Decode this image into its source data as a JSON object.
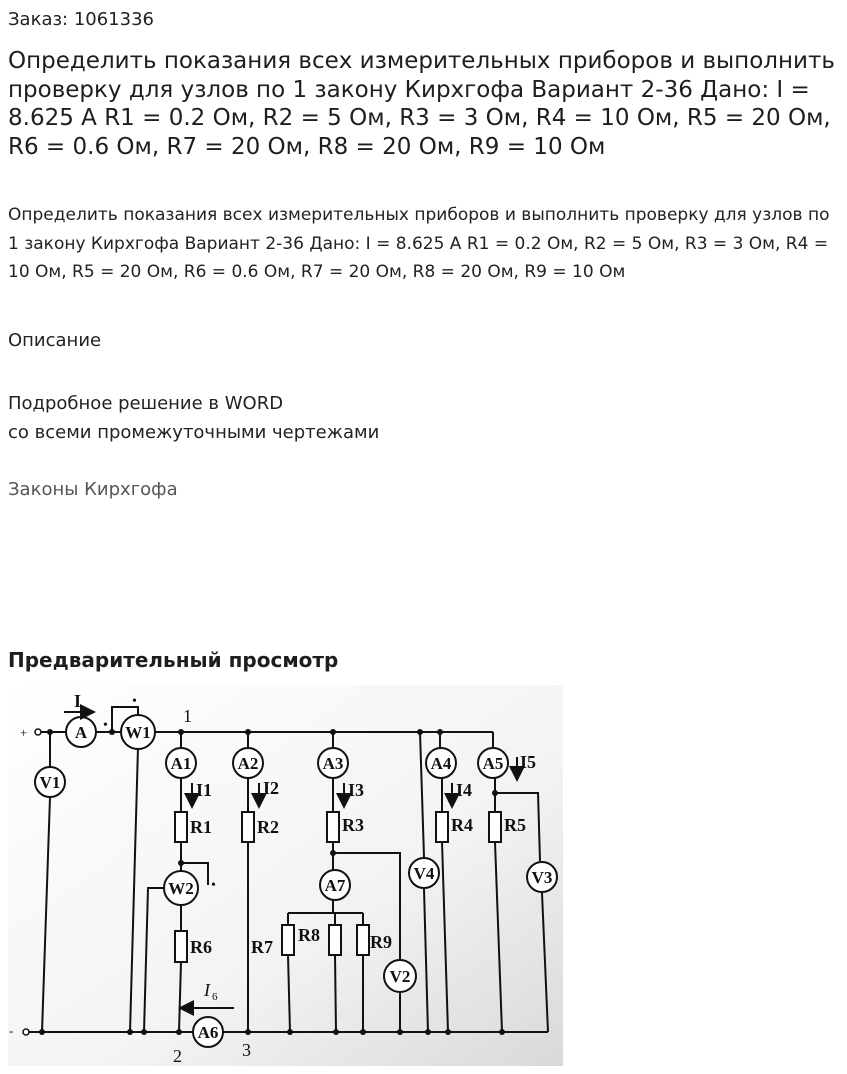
{
  "order": {
    "label": "Заказ: 1061336"
  },
  "title": "Определить показания всех измерительных приборов и выполнить проверку для узлов по 1 закону Кирхгофа Вариант 2-36 Дано: I = 8.625 A R1 = 0.2 Ом, R2 = 5 Ом, R3 = 3 Ом, R4 = 10 Ом, R5 = 20 Ом, R6 = 0.6 Ом, R7 = 20 Ом, R8 = 20 Ом, R9 = 10 Ом",
  "description": "Определить показания всех измерительных приборов и выполнить проверку для узлов по 1 закону Кирхгофа Вариант 2-36 Дано: I = 8.625 A R1 = 0.2 Ом, R2 = 5 Ом, R3 = 3 Ом, R4 = 10 Ом, R5 = 20 Ом, R6 = 0.6 Ом, R7 = 20 Ом, R8 = 20 Ом, R9 = 10 Ом",
  "section_label": "Описание",
  "details": [
    "Подробное решение в WORD",
    "со всеми промежуточными чертежами"
  ],
  "tag": "Законы Кирхгофа",
  "preview_heading": "Предварительный просмотр",
  "scheme": {
    "meters": [
      "A",
      "W1",
      "V1",
      "A1",
      "A2",
      "A3",
      "A4",
      "A5",
      "W2",
      "A7",
      "V4",
      "V3",
      "V2",
      "A6"
    ],
    "resistors": [
      "R1",
      "R2",
      "R3",
      "R4",
      "R5",
      "R6",
      "R7",
      "R8",
      "R9"
    ],
    "currents": [
      "I",
      "I1",
      "I2",
      "I3",
      "I4",
      "I5",
      "I",
      "6"
    ],
    "nodes": [
      "1",
      "2",
      "3"
    ],
    "terminals": [
      "+",
      "-"
    ],
    "dots": [
      "•",
      "•",
      "•"
    ]
  }
}
